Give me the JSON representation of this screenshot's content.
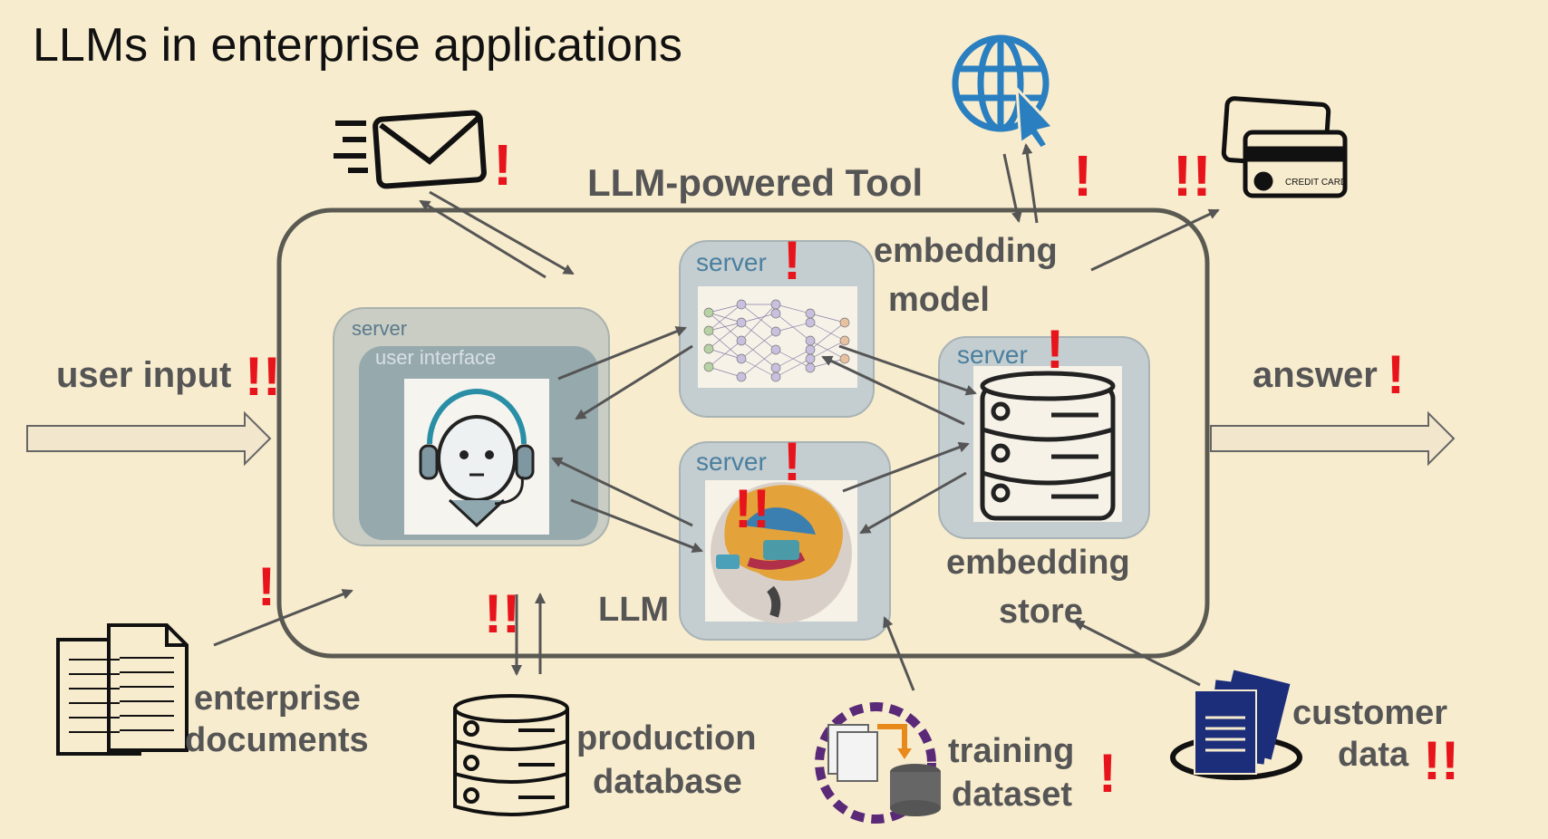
{
  "title": "LLMs in enterprise applications",
  "tool_label": "LLM-powered Tool",
  "user_input": "user input",
  "answer": "answer",
  "servers": {
    "ui_server": "server",
    "ui_inner": "user interface",
    "embed_server": "server",
    "llm_server": "server",
    "store_server": "server"
  },
  "labels": {
    "embedding_model_1": "embedding",
    "embedding_model_2": "model",
    "llm": "LLM",
    "embedding_store_1": "embedding",
    "embedding_store_2": "store",
    "enterprise_docs_1": "enterprise",
    "enterprise_docs_2": "documents",
    "production_db_1": "production",
    "production_db_2": "database",
    "training_dataset_1": "training",
    "training_dataset_2": "dataset",
    "customer_data_1": "customer",
    "customer_data_2": "data",
    "credit_card": "CREDIT CARD"
  },
  "risk_marks": {
    "single": "!",
    "double": "!!"
  },
  "colors": {
    "background": "#f8ecce",
    "risk": "#e8141c",
    "server_label": "#4a7fa0",
    "globe": "#2a7fc0"
  }
}
